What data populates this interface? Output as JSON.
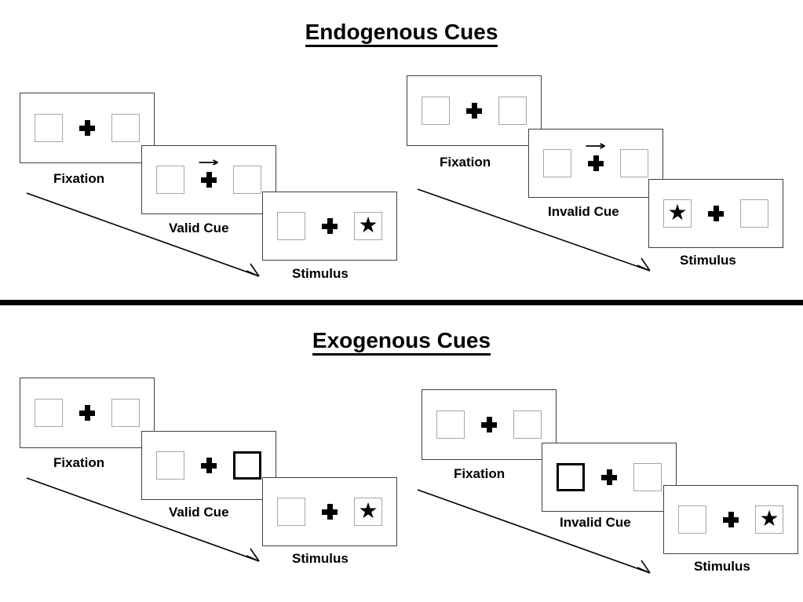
{
  "sections": [
    {
      "id": "endogenous",
      "title": "Endogenous Cues",
      "sequences": [
        {
          "id": "endogenous-valid",
          "panels": [
            {
              "label": "Fixation",
              "left_box": "empty",
              "right_box": "empty",
              "cue_arrow": "none",
              "star": "none"
            },
            {
              "label": "Valid Cue",
              "left_box": "empty",
              "right_box": "empty",
              "cue_arrow": "right",
              "star": "none"
            },
            {
              "label": "Stimulus",
              "left_box": "empty",
              "right_box": "empty",
              "cue_arrow": "none",
              "star": "right"
            }
          ]
        },
        {
          "id": "endogenous-invalid",
          "panels": [
            {
              "label": "Fixation",
              "left_box": "empty",
              "right_box": "empty",
              "cue_arrow": "none",
              "star": "none"
            },
            {
              "label": "Invalid Cue",
              "left_box": "empty",
              "right_box": "empty",
              "cue_arrow": "right",
              "star": "none"
            },
            {
              "label": "Stimulus",
              "left_box": "empty",
              "right_box": "empty",
              "cue_arrow": "none",
              "star": "left"
            }
          ]
        }
      ]
    },
    {
      "id": "exogenous",
      "title": "Exogenous Cues",
      "sequences": [
        {
          "id": "exogenous-valid",
          "panels": [
            {
              "label": "Fixation",
              "left_box": "empty",
              "right_box": "empty",
              "cue_arrow": "none",
              "star": "none"
            },
            {
              "label": "Valid Cue",
              "left_box": "empty",
              "right_box": "cued",
              "cue_arrow": "none",
              "star": "none"
            },
            {
              "label": "Stimulus",
              "left_box": "empty",
              "right_box": "empty",
              "cue_arrow": "none",
              "star": "right"
            }
          ]
        },
        {
          "id": "exogenous-invalid",
          "panels": [
            {
              "label": "Fixation",
              "left_box": "empty",
              "right_box": "empty",
              "cue_arrow": "none",
              "star": "none"
            },
            {
              "label": "Invalid Cue",
              "left_box": "cued",
              "right_box": "empty",
              "cue_arrow": "none",
              "star": "none"
            },
            {
              "label": "Stimulus",
              "left_box": "empty",
              "right_box": "empty",
              "cue_arrow": "none",
              "star": "right"
            }
          ]
        }
      ]
    }
  ],
  "symbols": {
    "star_glyph": "★",
    "fixation_cross": "plus-cross",
    "cue_direction_icon": "arrow-right-icon",
    "time_arrow_icon": "time-progression-arrow"
  },
  "colors": {
    "ink": "#000000",
    "panel_border": "#3f3f3f",
    "box_border": "#a6a6a6",
    "cued_box_border": "#000000",
    "background": "#ffffff"
  }
}
